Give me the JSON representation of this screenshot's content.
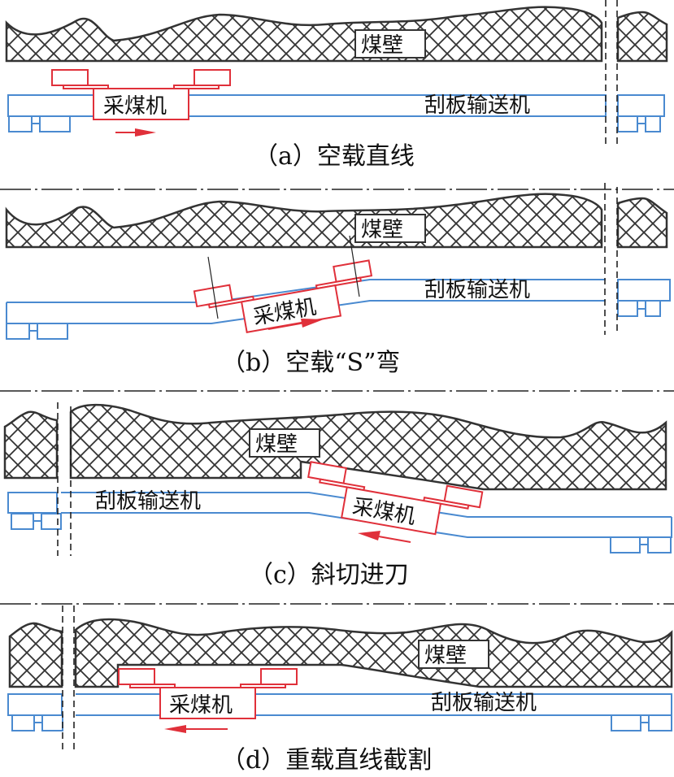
{
  "colors": {
    "coal_wall": "#333333",
    "conveyor": "#4a8ad0",
    "shearer": "#e0303a"
  },
  "labels": {
    "coal_wall": "煤壁",
    "shearer": "采煤机",
    "conveyor": "刮板输送机"
  },
  "panels": [
    {
      "id": "a",
      "caption": "（a）空载直线",
      "direction": "right"
    },
    {
      "id": "b",
      "caption": "（b）空载“S”弯",
      "direction": "right"
    },
    {
      "id": "c",
      "caption": "（c）斜切进刀",
      "direction": "left"
    },
    {
      "id": "d",
      "caption": "（d）重载直线截割",
      "direction": "left"
    }
  ]
}
